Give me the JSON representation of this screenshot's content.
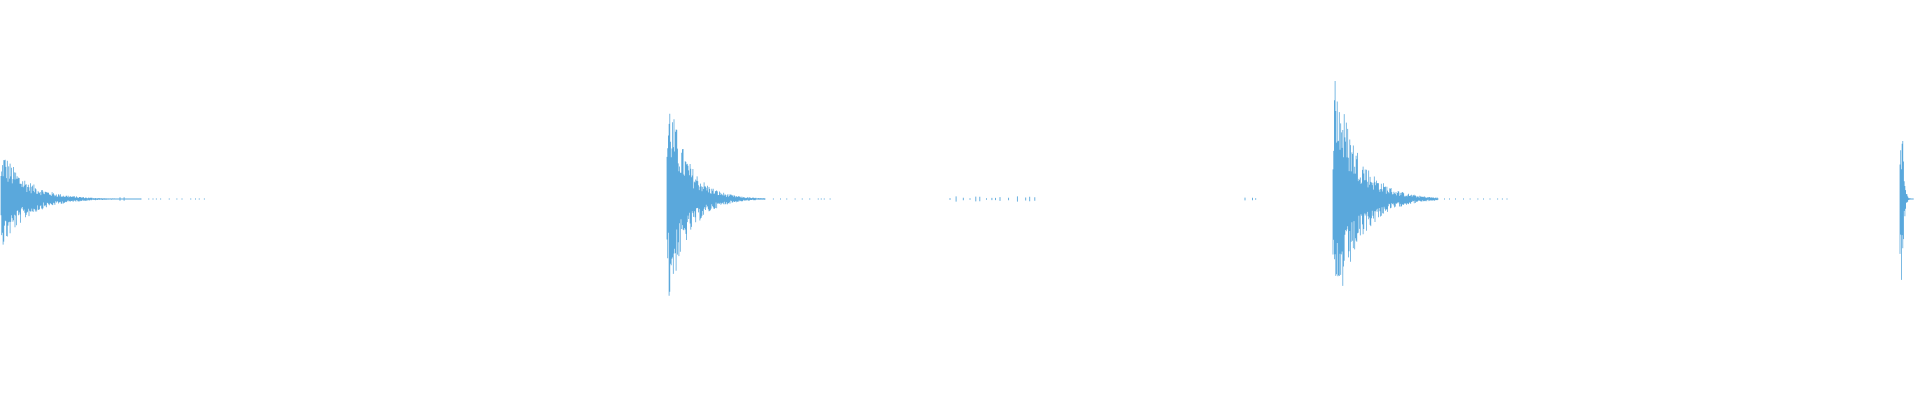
{
  "waveform": {
    "color": "#5aa8dc",
    "background": "#ffffff",
    "transients": [
      {
        "name": "hit-1",
        "peak": 0.47,
        "decay": 0.18
      },
      {
        "name": "hit-2",
        "peak": 1.0,
        "decay": 0.2
      },
      {
        "name": "hit-3",
        "peak": 1.25,
        "decay": 0.22
      },
      {
        "name": "hit-4",
        "peak": 0.93,
        "decay": 0.12
      }
    ],
    "noise_clusters": [
      {
        "name": "noise-cluster-1",
        "level": 0.02
      },
      {
        "name": "noise-cluster-2",
        "level": 0.015
      },
      {
        "name": "noise-cluster-3",
        "level": 0.015
      }
    ]
  }
}
